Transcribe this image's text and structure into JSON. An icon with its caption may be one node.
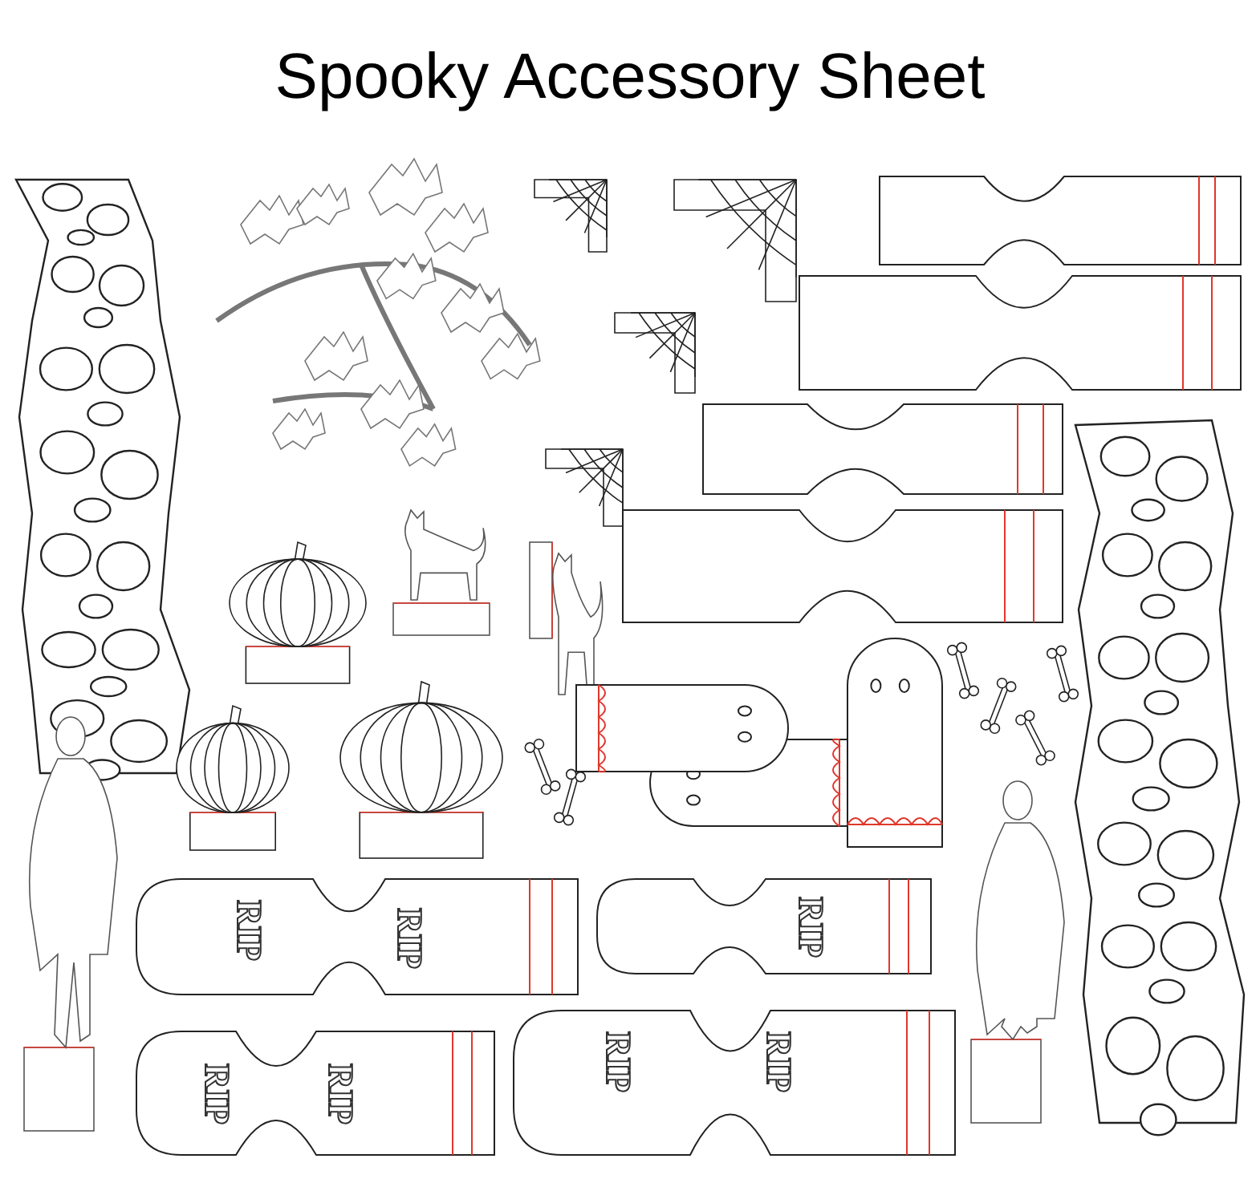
{
  "diagram": {
    "title": "Spooky Accessory Sheet",
    "labels": [
      "RIP",
      "RIP",
      "RIP",
      "RIP",
      "RIP",
      "RIP",
      "RIP"
    ]
  }
}
